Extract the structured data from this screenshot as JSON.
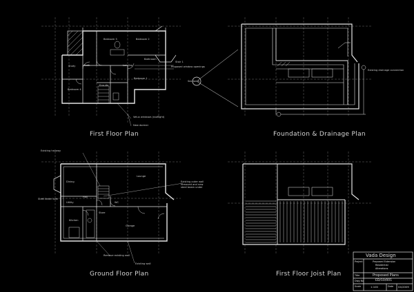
{
  "plans": {
    "first_floor": {
      "title": "First Floor Plan"
    },
    "foundation": {
      "title": "Foundation & Drainage Plan"
    },
    "ground_floor": {
      "title": "Ground Floor Plan"
    },
    "joist": {
      "title": "First Floor Joist Plan"
    }
  },
  "room_labels": {
    "bedroom_3": "Bedroom 3",
    "bedroom_2": "Bedroom 2",
    "bedroom_4": "Bedroom 4",
    "bedroom_1": "Bedroom 1",
    "study": "Study",
    "bathroom": "Bathroom",
    "ensuite": "Ensuite",
    "bath": "Bath",
    "landing": "Landing",
    "dining": "Dining",
    "kitchen": "Kitchen",
    "lounge": "Lounge",
    "garage": "Garage",
    "utility": "Utility",
    "wc": "WC",
    "hall": "Hall",
    "store": "Store",
    "up": "Up"
  },
  "annotations": {
    "stair_ref": "Stair 1",
    "new_opening": "Proposed window openings",
    "velux": "Velux windows (rooflight)",
    "new_dormer": "New dormer",
    "section_ref": "Section A",
    "existing_hall": "Existing hallway",
    "existing_note": "Existing outer wall removed and new steel beam under",
    "remove_wall": "Remove existing wall",
    "existing_drain": "Existing drainage connection",
    "steel_beam": "Steel beam over",
    "existing_wall": "Existing wall"
  },
  "title_block": {
    "company": "Vada Design",
    "project_label": "Project",
    "project_lines": [
      "Proposed Extension",
      "Residential",
      "Alterations"
    ],
    "drawing_label": "Title",
    "drawing_title": "Proposed Plans",
    "dwg_no_label": "Dwg No",
    "dwg_no": "ED/10/001",
    "scale_label": "Scale",
    "scale": "1:100",
    "date_label": "Date",
    "date": "04/2009"
  },
  "colors": {
    "background": "#000000",
    "line": "#e8e8e8",
    "grid": "#9a9a9a"
  }
}
